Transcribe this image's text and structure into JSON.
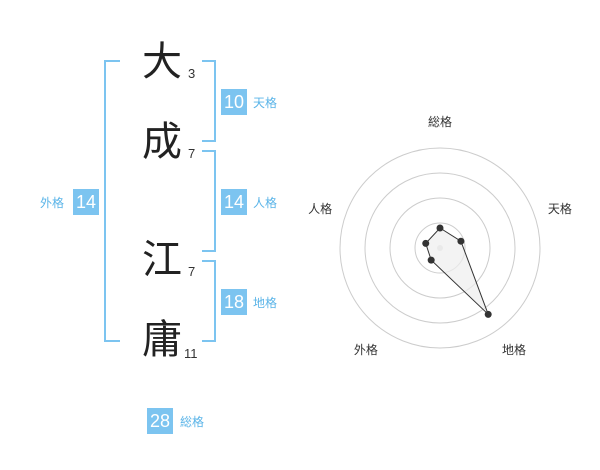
{
  "name": {
    "chars": [
      {
        "char": "大",
        "strokes": "3"
      },
      {
        "char": "成",
        "strokes": "7"
      },
      {
        "char": "江",
        "strokes": "7"
      },
      {
        "char": "庸",
        "strokes": "11"
      }
    ]
  },
  "scores": {
    "tenkaku": {
      "value": "10",
      "label": "天格"
    },
    "jinkaku": {
      "value": "14",
      "label": "人格"
    },
    "chikaku": {
      "value": "18",
      "label": "地格"
    },
    "gaikaku": {
      "value": "14",
      "label": "外格"
    },
    "soukaku": {
      "value": "28",
      "label": "総格"
    }
  },
  "radar": {
    "axes": [
      "総格",
      "天格",
      "地格",
      "外格",
      "人格"
    ],
    "values": [
      0.2,
      0.22,
      0.82,
      0.15,
      0.15
    ],
    "colors": {
      "ring": "#cccccc",
      "fill": "#eeeeee",
      "line": "#333333",
      "point": "#333333",
      "center": "#dddddd"
    }
  }
}
